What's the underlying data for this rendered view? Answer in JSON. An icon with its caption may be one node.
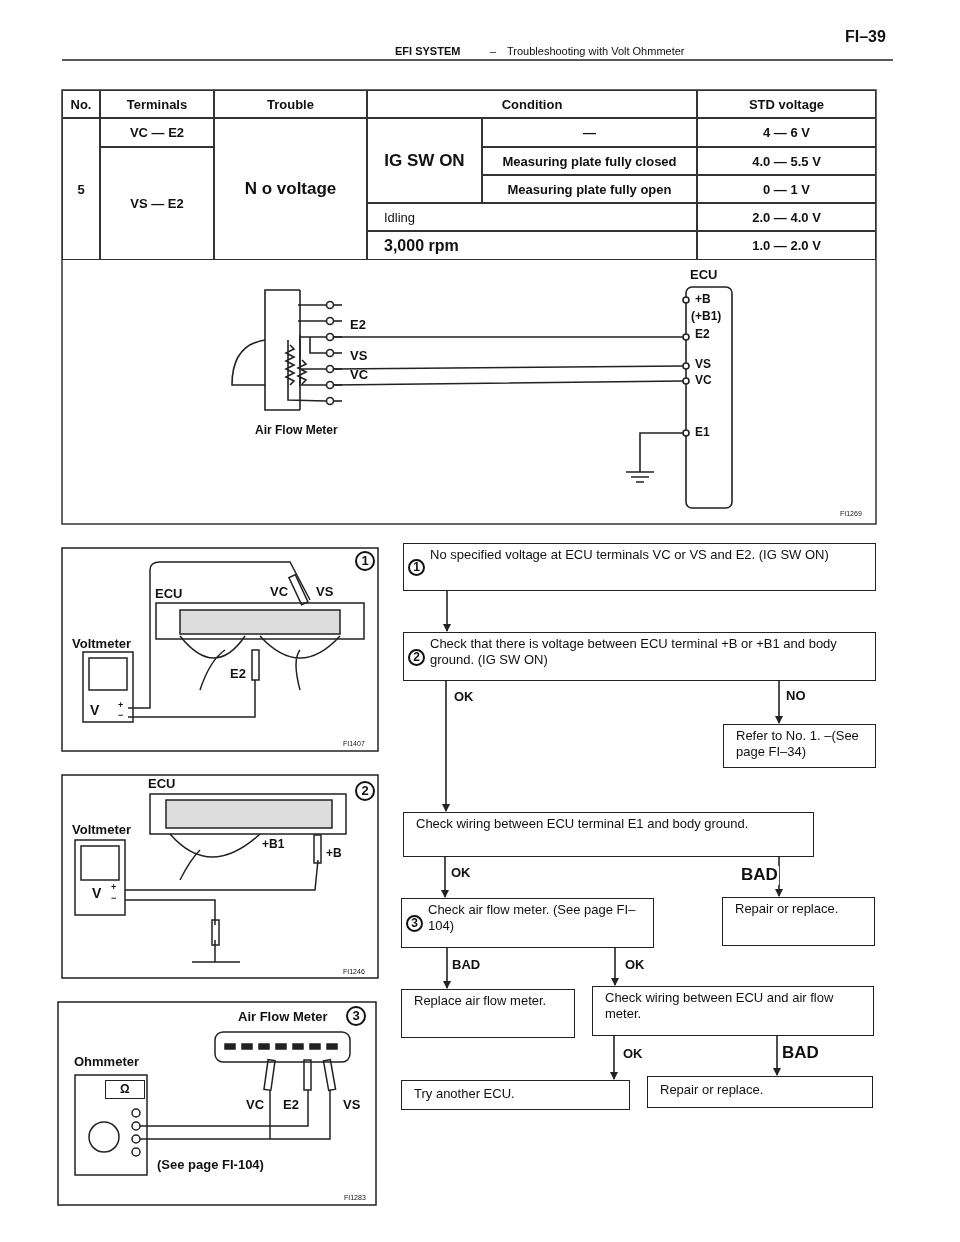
{
  "diagram": {
    "nodes": [
      {
        "text": [
          "1",
          "No specified voltage at ECU terminals VC or VS and E2. (IG SW ON)"
        ]
      },
      {
        "text": [
          "2",
          "Check that there is voltage between ECU terminal +B or +B1 and body ground. (IG SW ON)"
        ]
      },
      {
        "text": [
          "Refer to No. 1. –(See page FI–34)"
        ]
      },
      {
        "text": [
          "Check wiring between ECU terminal E1 and body ground."
        ]
      },
      {
        "text": [
          "3",
          "Check air flow meter. (See page FI–104)"
        ]
      },
      {
        "text": [
          "Repair or replace."
        ]
      },
      {
        "text": [
          "Replace air flow meter."
        ]
      },
      {
        "text": [
          "Check wiring between ECU and air flow meter."
        ]
      },
      {
        "text": [
          "Try another ECU."
        ]
      },
      {
        "text": [
          "Repair or replace."
        ]
      }
    ],
    "edges": [
      {
        "from": 0,
        "to": 1,
        "arrow": "to"
      },
      {
        "from": 1,
        "to": 3,
        "arrow": "to",
        "label": "OK"
      },
      {
        "from": 1,
        "to": 2,
        "arrow": "to",
        "label": "NO"
      },
      {
        "from": 3,
        "to": 4,
        "arrow": "to",
        "label": "OK"
      },
      {
        "from": 3,
        "to": 5,
        "arrow": "to",
        "label": "BAD"
      },
      {
        "from": 4,
        "to": 6,
        "arrow": "to",
        "label": "BAD"
      },
      {
        "from": 4,
        "to": 7,
        "arrow": "to",
        "label": "OK"
      },
      {
        "from": 7,
        "to": 8,
        "arrow": "to",
        "label": "OK"
      },
      {
        "from": 7,
        "to": 9,
        "arrow": "to",
        "label": "BAD"
      }
    ],
    "labels": [
      "EFI SYSTEM",
      "–",
      "Troubleshooting with Volt Ohmmeter",
      "FI–39",
      "No.",
      "Terminals",
      "Trouble",
      "Condition",
      "STD voltage",
      "5",
      "VC — E2",
      "N o voltage",
      "IG SW ON",
      "—",
      "4 — 6 V",
      "Measuring plate fully closed",
      "4.0 — 5.5 V",
      "VS — E2",
      "Measuring plate fully open",
      "0 — 1 V",
      "Idling",
      "2.0 — 4.0 V",
      "3,000 rpm",
      "1.0 — 2.0 V",
      "ECU",
      "+B",
      "(+B1)",
      "E2",
      "VS",
      "VC",
      "E1",
      "E2",
      "VS",
      "VC",
      "Air Flow Meter",
      "FI1269",
      "1",
      "ECU",
      "VC",
      "VS",
      "Voltmeter",
      "E2",
      "V",
      "+",
      "−",
      "FI1407",
      "ECU",
      "2",
      "Voltmeter",
      "+B1",
      "+B",
      "V",
      "+",
      "−",
      "FI1246",
      "Air Flow Meter",
      "3",
      "Ohmmeter",
      "Ω",
      "VC",
      "E2",
      "VS",
      "(See page FI-104)",
      "FI1283"
    ]
  }
}
